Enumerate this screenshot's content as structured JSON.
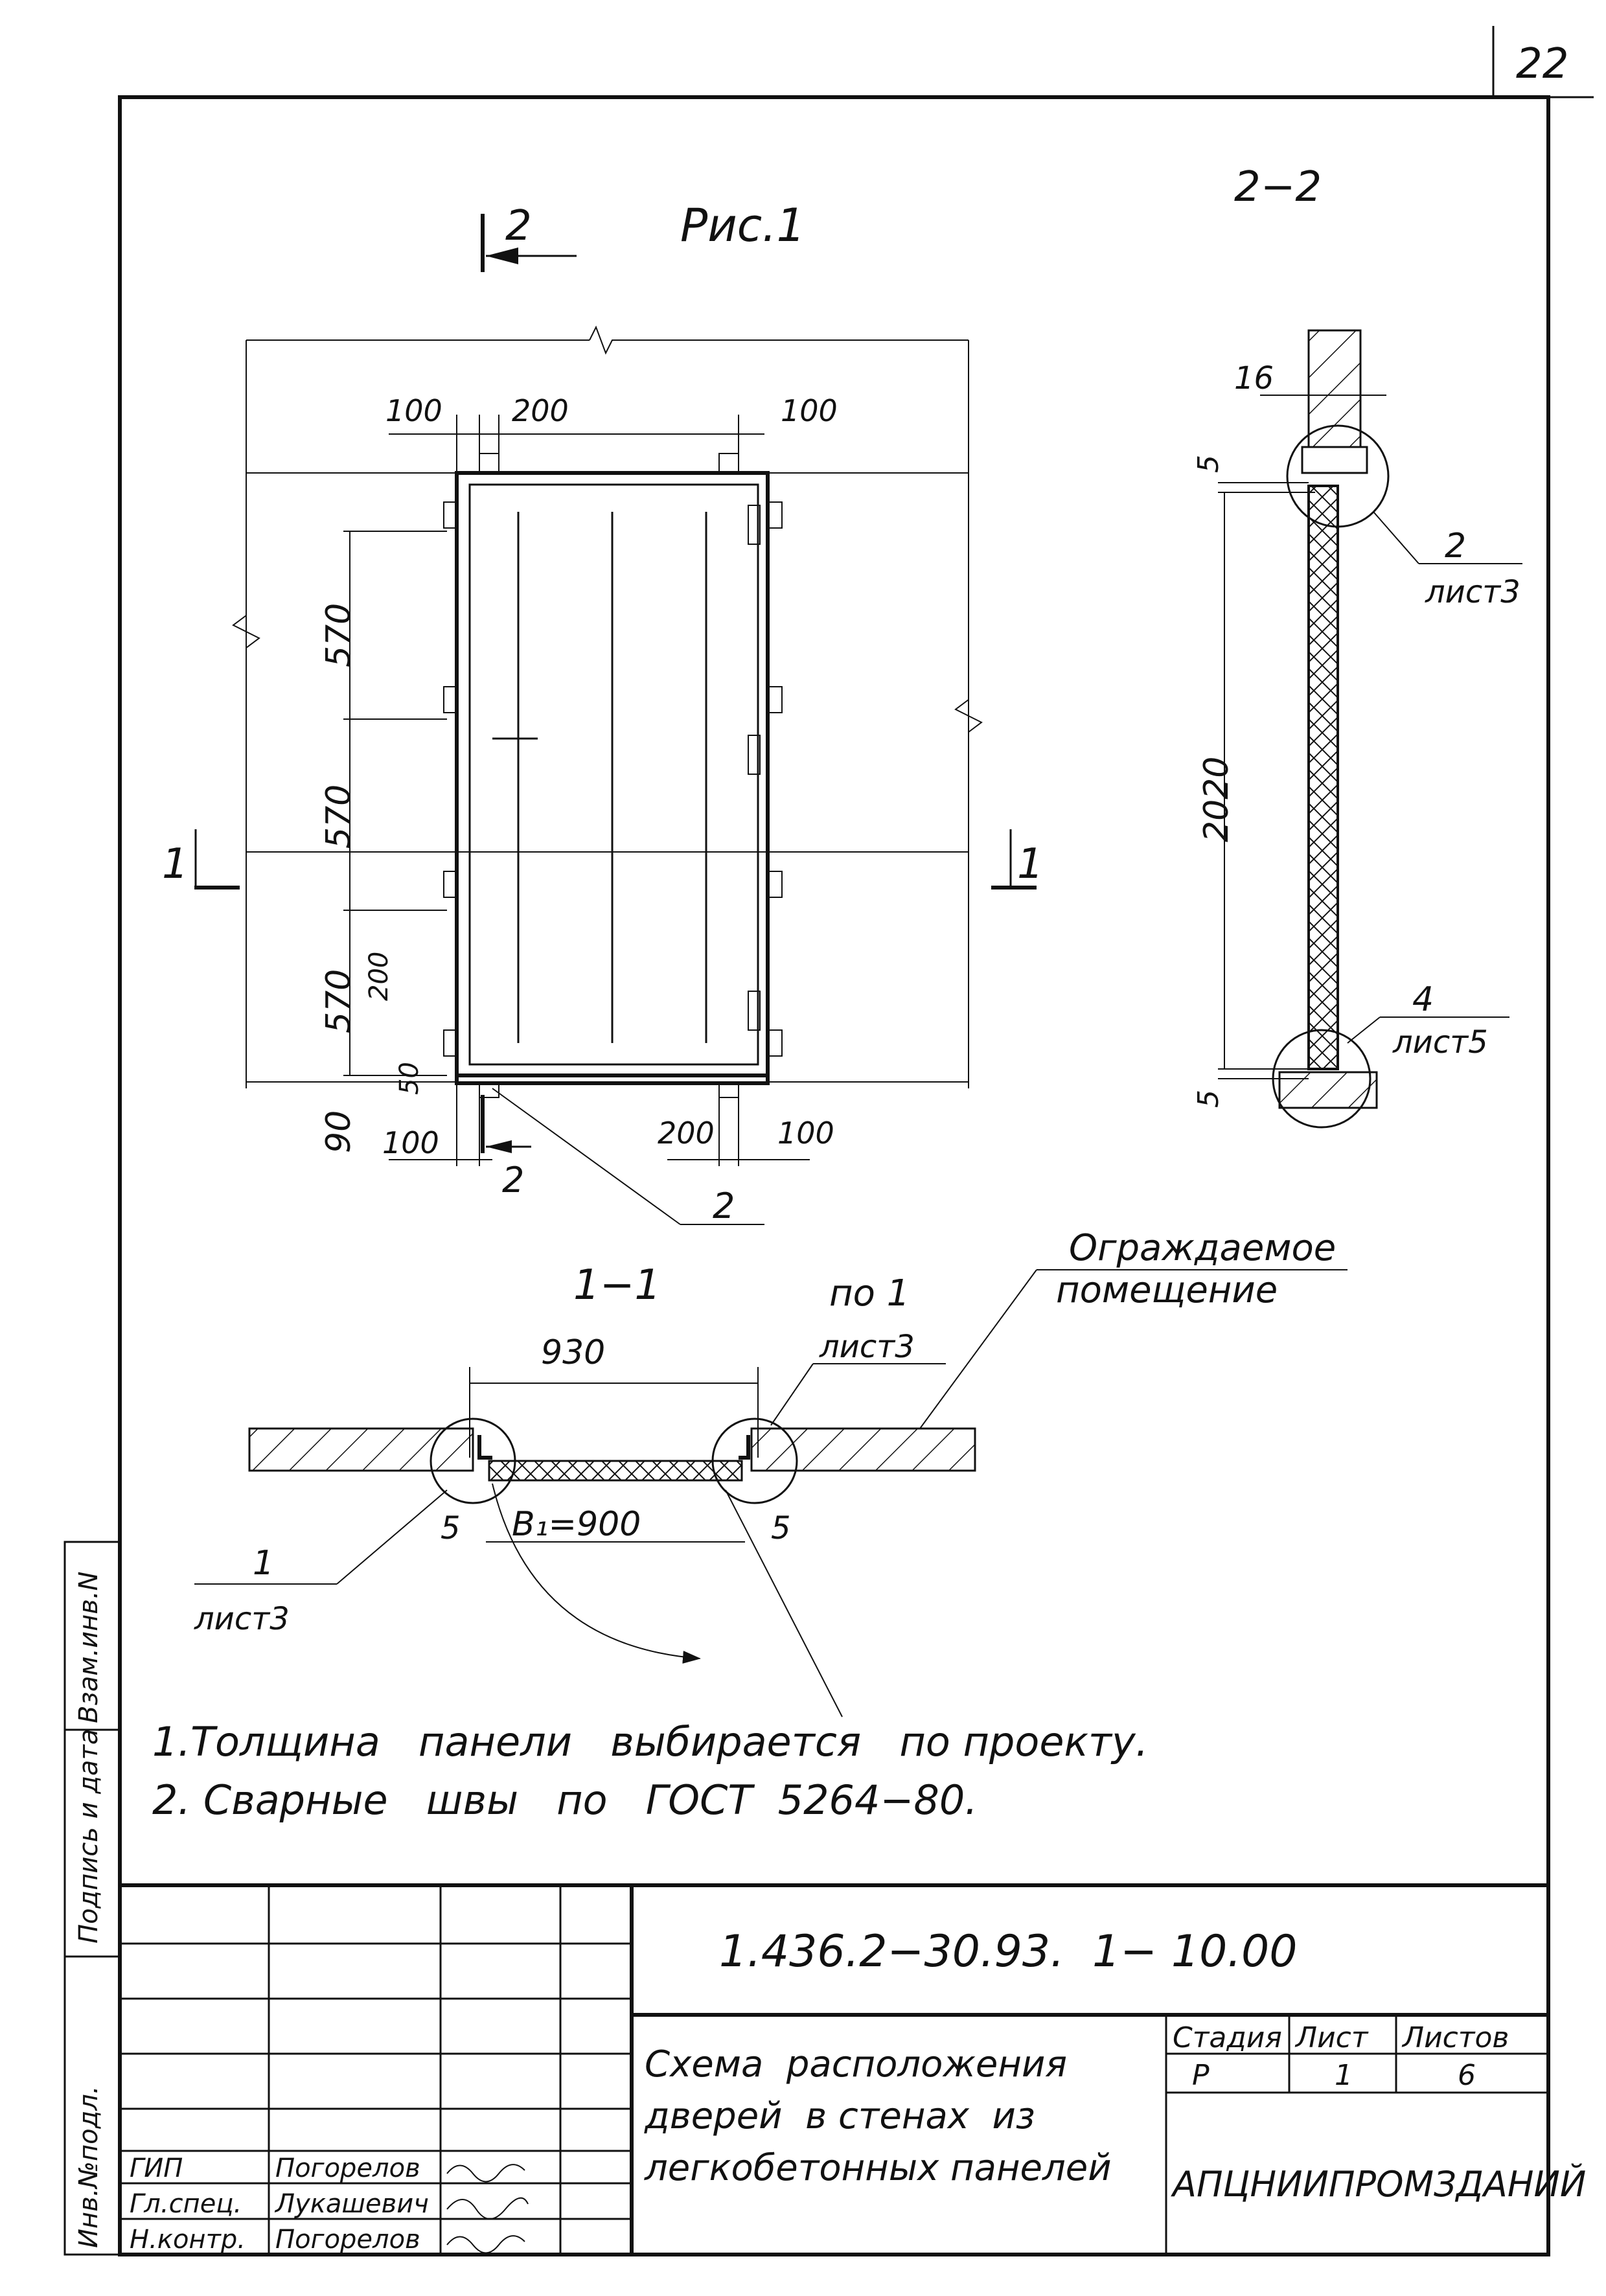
{
  "sheet_corner_number": "22",
  "figure_label": "Рис.1",
  "section_2_marker": "2",
  "section_2_title": "2−2",
  "section_1_title": "1−1",
  "section_1_marker": "1",
  "elevation_dims": {
    "top_left_100": "100",
    "top_200": "200",
    "top_right_100": "100",
    "v_570_a": "570",
    "v_570_b": "570",
    "v_570_c": "570",
    "v_200": "200",
    "v_50": "50",
    "v_90": "90",
    "bottom_left_100": "100",
    "bottom_200": "200",
    "bottom_right_100": "100",
    "leader_2": "2",
    "section_arrow_2": "2"
  },
  "section_22_dims": {
    "d16": "16",
    "d5_top": "5",
    "d2020": "2020",
    "d5_bottom": "5",
    "callout_top_num": "2",
    "callout_top_sheet": "лист3",
    "callout_bottom_num": "4",
    "callout_bottom_sheet": "лист5"
  },
  "section_11": {
    "d930": "930",
    "b1": "B₁=900",
    "d5_left": "5",
    "d5_right": "5",
    "callout_po1": "по 1",
    "callout_po1_sheet": "лист3",
    "callout_left_num": "1",
    "callout_left_sheet": "лист3",
    "room_label_1": "Ограждаемое",
    "room_label_2": "помещение"
  },
  "notes": [
    "1.Толщина   панели   выбирается   по проекту.",
    "2. Сварные   швы   по   ГОСТ  5264−80."
  ],
  "side_stamp": {
    "c1": "Инв.№подл.",
    "c2": "Подпись и дата",
    "c3": "Взам.инв.N"
  },
  "title_block": {
    "code": "1.436.2−30.93.  1− 10.00",
    "title_line1": "Схема  расположения",
    "title_line2": "дверей  в стенах  из",
    "title_line3": "легкобетонных панелей",
    "stage_header": "Стадия",
    "sheet_header": "Лист",
    "sheets_header": "Листов",
    "stage": "Р",
    "sheet": "1",
    "sheets": "6",
    "org": "АПЦНИИПРОМЗДАНИЙ",
    "roles": [
      {
        "role": "ГИП",
        "name": "Погорелов"
      },
      {
        "role": "Гл.спец.",
        "name": "Лукашевич"
      },
      {
        "role": "Н.контр.",
        "name": "Погорелов"
      }
    ]
  }
}
